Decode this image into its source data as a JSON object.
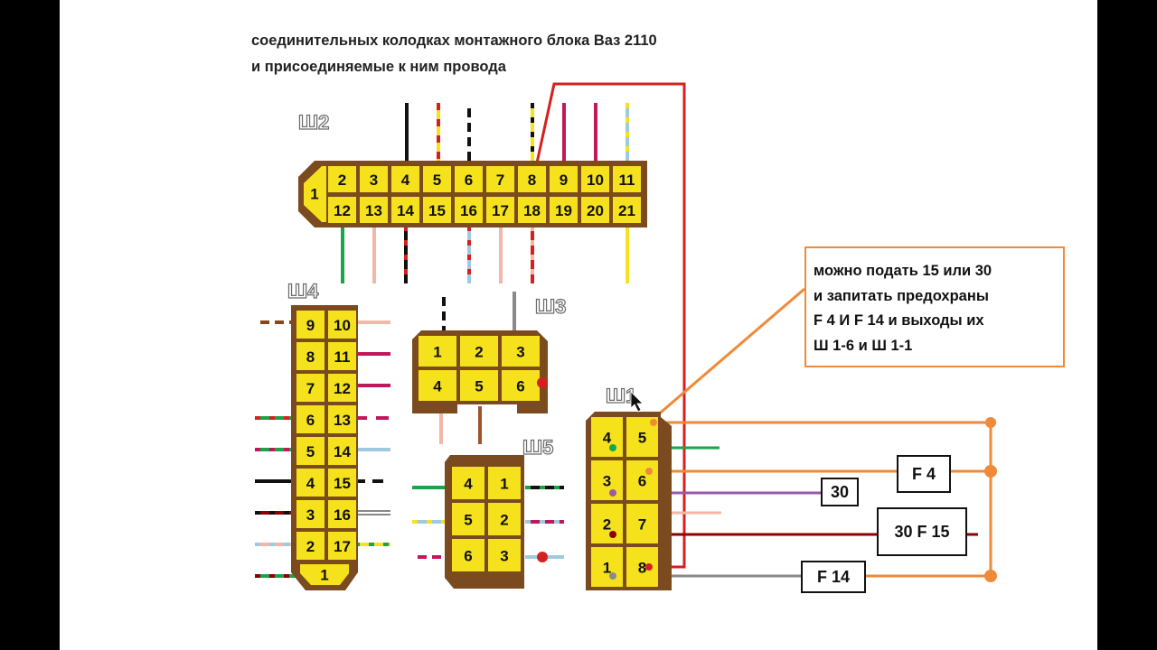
{
  "title": {
    "line1": "соединительных колодках монтажного блока Ваз 2110",
    "line2": "и присоединяемые к ним провода"
  },
  "connectors": {
    "sh2": {
      "label": "Ш2",
      "pins_top": [
        "2",
        "3",
        "4",
        "5",
        "6",
        "7",
        "8",
        "9",
        "10",
        "11"
      ],
      "pins_bottom": [
        "12",
        "13",
        "14",
        "15",
        "16",
        "17",
        "18",
        "19",
        "20",
        "21"
      ],
      "pin_side": "1"
    },
    "sh4": {
      "label": "Ш4",
      "rows": [
        [
          "9",
          "10"
        ],
        [
          "8",
          "11"
        ],
        [
          "7",
          "12"
        ],
        [
          "6",
          "13"
        ],
        [
          "5",
          "14"
        ],
        [
          "4",
          "15"
        ],
        [
          "3",
          "16"
        ],
        [
          "2",
          "17"
        ]
      ],
      "pin_bottom": "1"
    },
    "sh3": {
      "label": "Ш3",
      "rows": [
        [
          "1",
          "2",
          "3"
        ],
        [
          "4",
          "5",
          "6"
        ]
      ]
    },
    "sh5": {
      "label": "Ш5",
      "rows": [
        [
          "4",
          "1"
        ],
        [
          "5",
          "2"
        ],
        [
          "6",
          "3"
        ]
      ]
    },
    "sh1": {
      "label": "Ш1",
      "rows": [
        [
          "4",
          "5"
        ],
        [
          "3",
          "6"
        ],
        [
          "2",
          "7"
        ],
        [
          "1",
          "8"
        ]
      ]
    }
  },
  "note": {
    "lines": [
      "можно подать 15 или 30",
      "и запитать предохраны",
      "F 4 И F 14 и выходы их",
      "Ш 1-6 и Ш 1-1"
    ]
  },
  "boxes": {
    "f4": "F 4",
    "b30": "30",
    "f15": "30 F 15",
    "f14": "F 14"
  },
  "colors": {
    "pin_fill": "#f5e21c",
    "housing": "#7b4a1e",
    "accent_orange": "#ef8a3a",
    "red_wire": "#d62020",
    "purple_wire": "#9b5aa8",
    "dark_red_wire": "#8b0000",
    "gray_wire": "#8a8a8a",
    "green_wire": "#1aa34a"
  }
}
